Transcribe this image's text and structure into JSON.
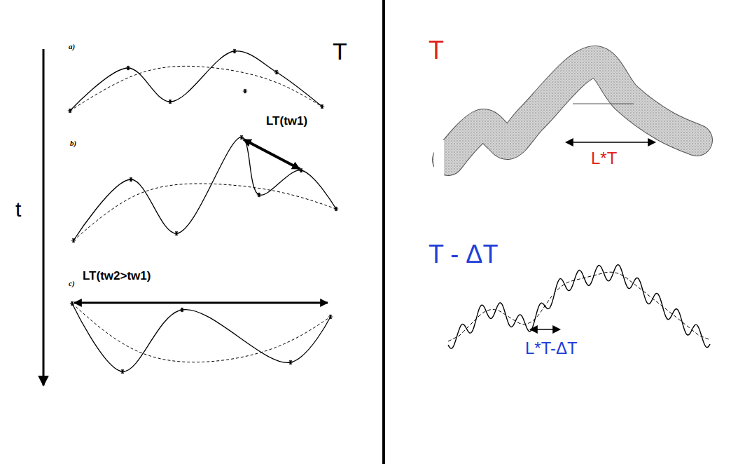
{
  "diagram": {
    "labels": [
      "a)",
      "b)",
      "c)",
      "T",
      "t",
      "LT(tw1)",
      "LT(tw2>tw1)",
      "T",
      "L*T",
      "T - ΔT",
      "L*T-ΔT"
    ]
  }
}
